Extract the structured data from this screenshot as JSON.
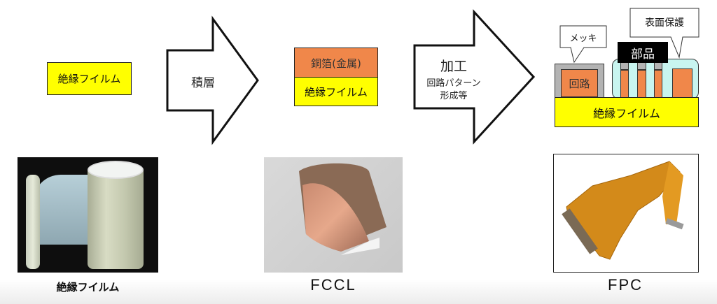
{
  "step1": {
    "label": "絶縁フイルム",
    "color": "#ffff00"
  },
  "arrow1": {
    "label": "積層"
  },
  "step2": {
    "layers": [
      {
        "label": "銅箔(金属)",
        "color": "#f0874a"
      },
      {
        "label": "絶縁フイルム",
        "color": "#ffff00"
      }
    ]
  },
  "arrow2": {
    "title": "加工",
    "subtitle_line1": "回路パターン",
    "subtitle_line2": "形成等"
  },
  "step3": {
    "base_label": "絶縁フイルム",
    "circuit_label": "回路",
    "component_label": "部品",
    "callout_plating": "メッキ",
    "callout_coverlay": "表面保護",
    "colors": {
      "base": "#ffff00",
      "circuit": "#f0874a",
      "plating": "#b3b3b3",
      "coverlay": "#c8f5f0",
      "component": "#000000"
    }
  },
  "photos": [
    {
      "caption": "絶縁フイルム",
      "subject": "insulating-film-roll"
    },
    {
      "caption": "FCCL",
      "subject": "copper-clad-laminate-sheet"
    },
    {
      "caption": "FPC",
      "subject": "flexible-printed-circuit"
    }
  ]
}
